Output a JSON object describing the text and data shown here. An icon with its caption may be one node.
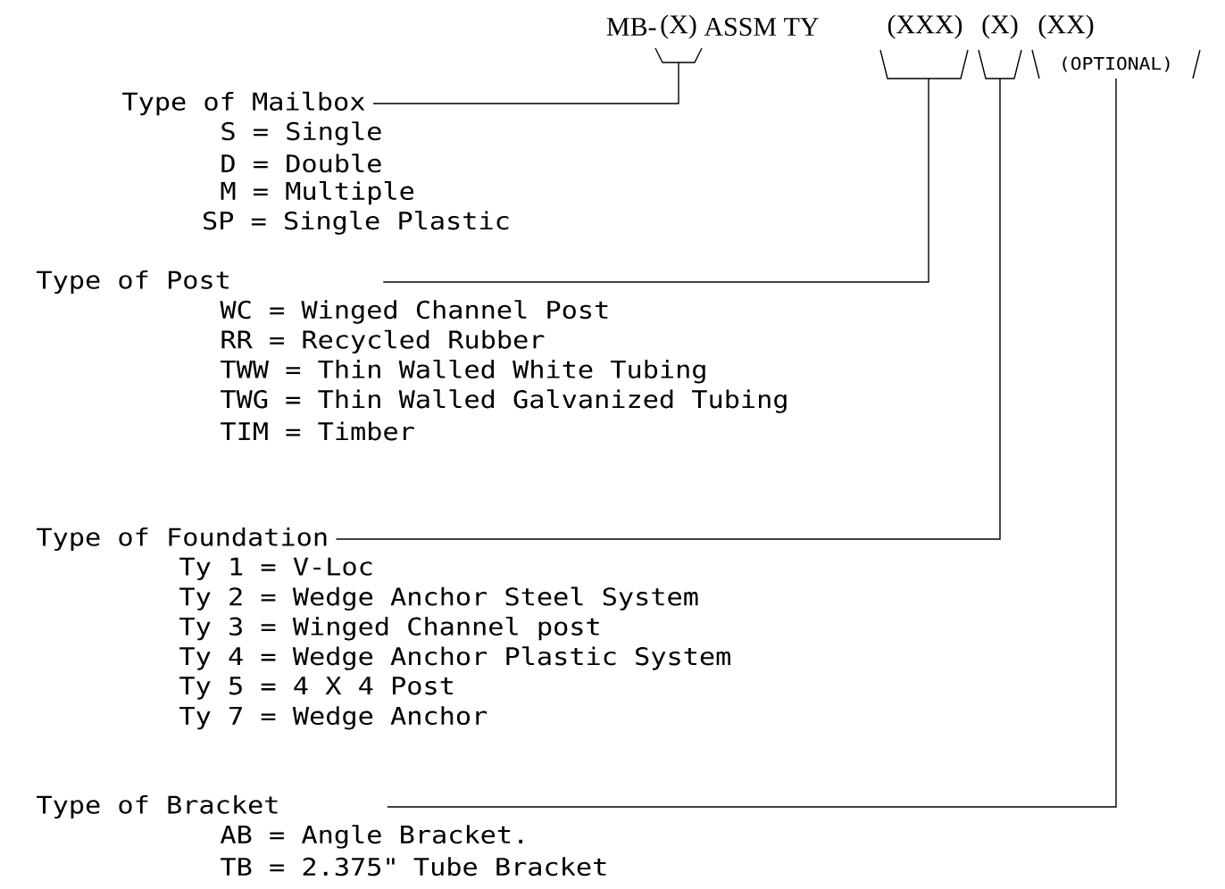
{
  "diagram": {
    "nodes": [
      {
        "text": [
          "(X)"
        ]
      },
      {
        "text": [
          "(XXX)"
        ]
      },
      {
        "text": [
          "(X)"
        ]
      },
      {
        "text": [
          "(XX)"
        ]
      },
      {
        "text": [
          "Type of Mailbox"
        ],
        "beside": [
          "S = Single",
          "D = Double",
          "M = Multiple",
          "SP = Single Plastic"
        ]
      },
      {
        "text": [
          "Type of Post"
        ],
        "beside": [
          "WC  = Winged Channel Post",
          "RR  = Recycled Rubber",
          "TWW = Thin Walled White Tubing",
          "TWG = Thin Walled Galvanized Tubing",
          "TIM = Timber"
        ]
      },
      {
        "text": [
          "Type of Foundation"
        ],
        "beside": [
          "Ty 1 = V-Loc",
          "Ty 2 = Wedge Anchor Steel System",
          "Ty 3 = Winged Channel post",
          "Ty 4 = Wedge Anchor Plastic System",
          "Ty 5 = 4 X 4 Post",
          "Ty 7 = Wedge Anchor"
        ]
      },
      {
        "text": [
          "Type of Bracket"
        ],
        "beside": [
          "AB = Angle Bracket.",
          "TB = 2.375\" Tube Bracket"
        ]
      }
    ],
    "edges": [
      {
        "from": 4,
        "to": 0,
        "arrow": "none"
      },
      {
        "from": 5,
        "to": 1,
        "arrow": "none"
      },
      {
        "from": 6,
        "to": 2,
        "arrow": "none"
      },
      {
        "from": 7,
        "to": 3,
        "arrow": "none"
      }
    ],
    "labels": [
      "MB-",
      "ASSM TY",
      "(OPTIONAL)"
    ]
  }
}
